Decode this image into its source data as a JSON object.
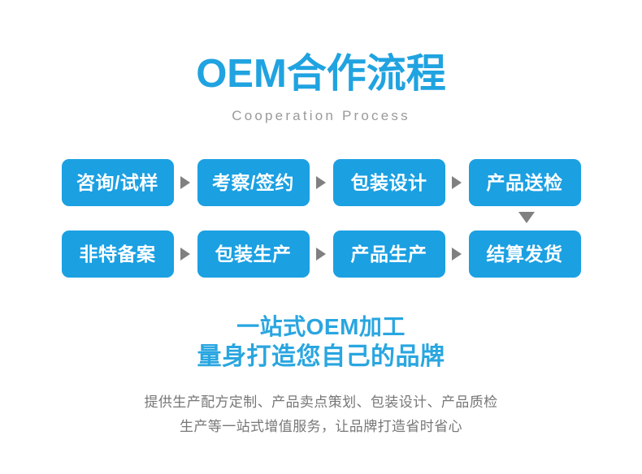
{
  "header": {
    "title": "OEM合作流程",
    "subtitle": "Cooperation Process"
  },
  "colors": {
    "brand_blue": "#1ba0e2",
    "title_blue": "#20a3e0",
    "headline_blue": "#29a6e0",
    "arrow_gray": "#808080",
    "subtitle_gray": "#9a9a9a",
    "desc_gray": "#777777",
    "background": "#ffffff",
    "box_text": "#ffffff"
  },
  "flow": {
    "row1": [
      {
        "label": "咨询/试样"
      },
      {
        "label": "考察/签约"
      },
      {
        "label": "包装设计"
      },
      {
        "label": "产品送检"
      }
    ],
    "row2": [
      {
        "label": "非特备案"
      },
      {
        "label": "包装生产"
      },
      {
        "label": "产品生产"
      },
      {
        "label": "结算发货"
      }
    ],
    "arrow_right_glyph": "▶",
    "arrow_down_glyph": "▼"
  },
  "bottom": {
    "headline_line1": "一站式OEM加工",
    "headline_line2": "量身打造您自己的品牌",
    "desc_line1": "提供生产配方定制、产品卖点策划、包装设计、产品质检",
    "desc_line2": "生产等一站式增值服务，让品牌打造省时省心"
  }
}
